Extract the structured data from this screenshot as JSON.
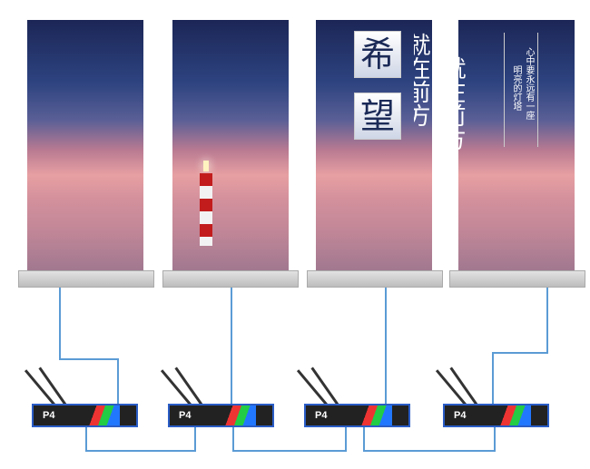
{
  "panels": {
    "hope_chars": [
      "希",
      "望"
    ],
    "line_left": "就在前方",
    "line_right": "就在前方",
    "poem_line1": "心中要永远有一座",
    "poem_line2": "明亮的灯塔"
  },
  "controllers": [
    {
      "label": "P4"
    },
    {
      "label": "P4"
    },
    {
      "label": "P4"
    },
    {
      "label": "P4"
    }
  ],
  "colors": {
    "cable": "#5b9bd5",
    "controller_border": "#2a5dc6"
  }
}
